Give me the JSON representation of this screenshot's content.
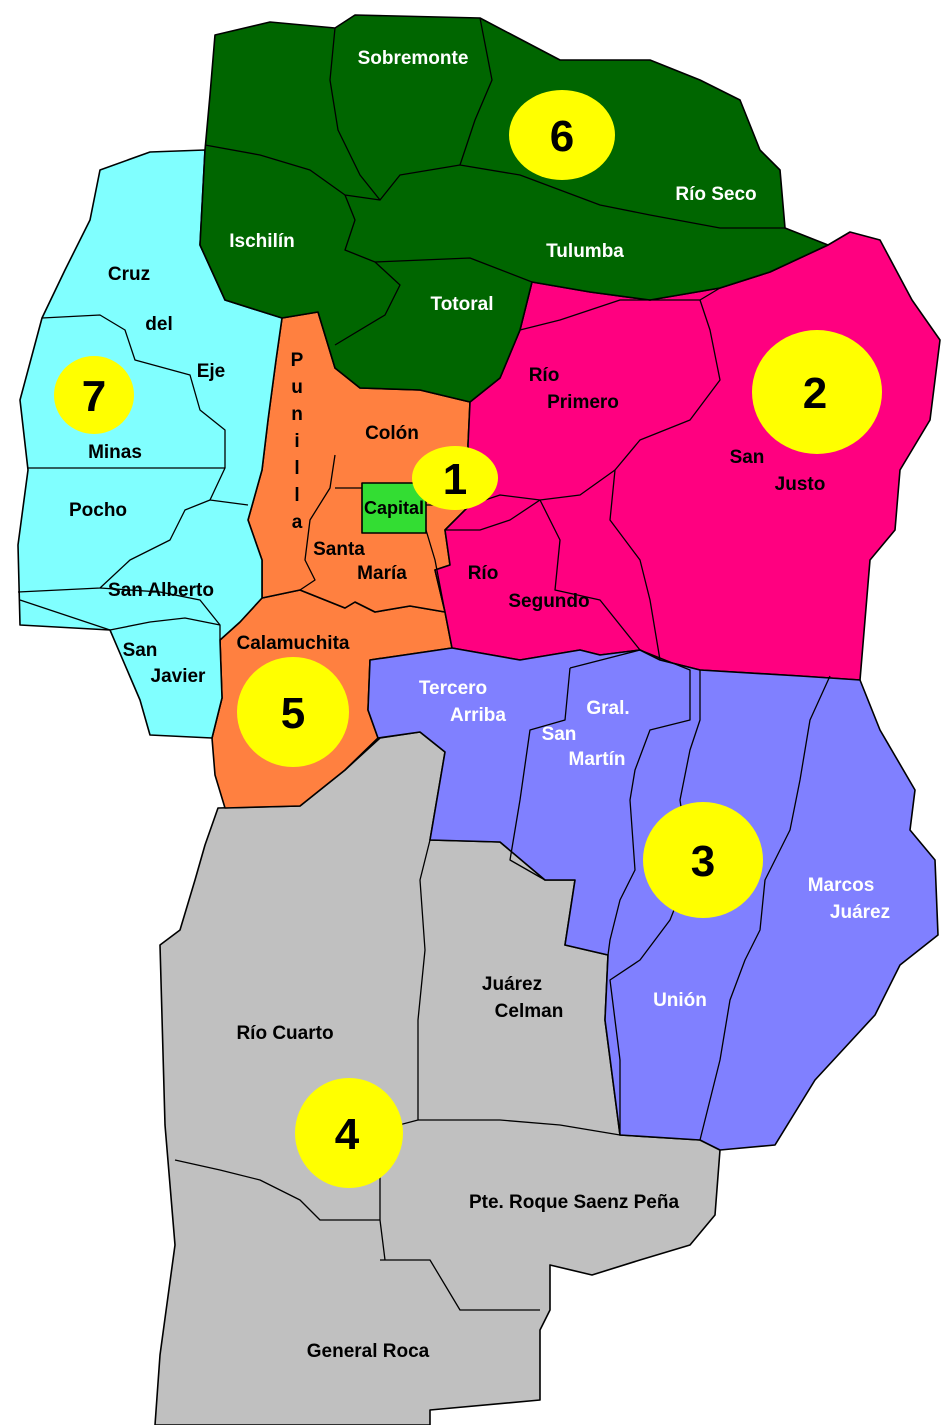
{
  "colors": {
    "region_1": "#ff8040",
    "region_2": "#ff0080",
    "region_3": "#8080ff",
    "region_4": "#c0c0c0",
    "region_5": "#ff8040",
    "region_6": "#006600",
    "region_7": "#80ffff",
    "capital": "#33dd33",
    "marker": "#ffff00",
    "border": "#000000"
  },
  "region_markers": [
    "1",
    "2",
    "3",
    "4",
    "5",
    "6",
    "7"
  ],
  "departments": {
    "sobremonte": "Sobremonte",
    "rio_seco": "Río Seco",
    "ischilin": "Ischilín",
    "tulumba": "Tulumba",
    "totoral": "Totoral",
    "cruz": "Cruz",
    "del": "del",
    "eje": "Eje",
    "minas": "Minas",
    "pocho": "Pocho",
    "san_alberto": "San Alberto",
    "san": "San",
    "javier": "Javier",
    "punilla": [
      "P",
      "u",
      "n",
      "i",
      "l",
      "l",
      "a"
    ],
    "colon": "Colón",
    "capital": "Capital",
    "santa": "Santa",
    "maria": "María",
    "calamuchita": "Calamuchita",
    "rio_primero_1": "Río",
    "rio_primero_2": "Primero",
    "san_justo_1": "San",
    "san_justo_2": "Justo",
    "rio_segundo_1": "Río",
    "rio_segundo_2": "Segundo",
    "tercero_1": "Tercero",
    "tercero_2": "Arriba",
    "gral_1": "Gral.",
    "gral_2": "San",
    "gral_3": "Martín",
    "marcos_1": "Marcos",
    "marcos_2": "Juárez",
    "union": "Unión",
    "juarez_1": "Juárez",
    "juarez_2": "Celman",
    "rio_cuarto": "Río Cuarto",
    "roque": "Pte. Roque Saenz Peña",
    "general_roca": "General Roca"
  }
}
